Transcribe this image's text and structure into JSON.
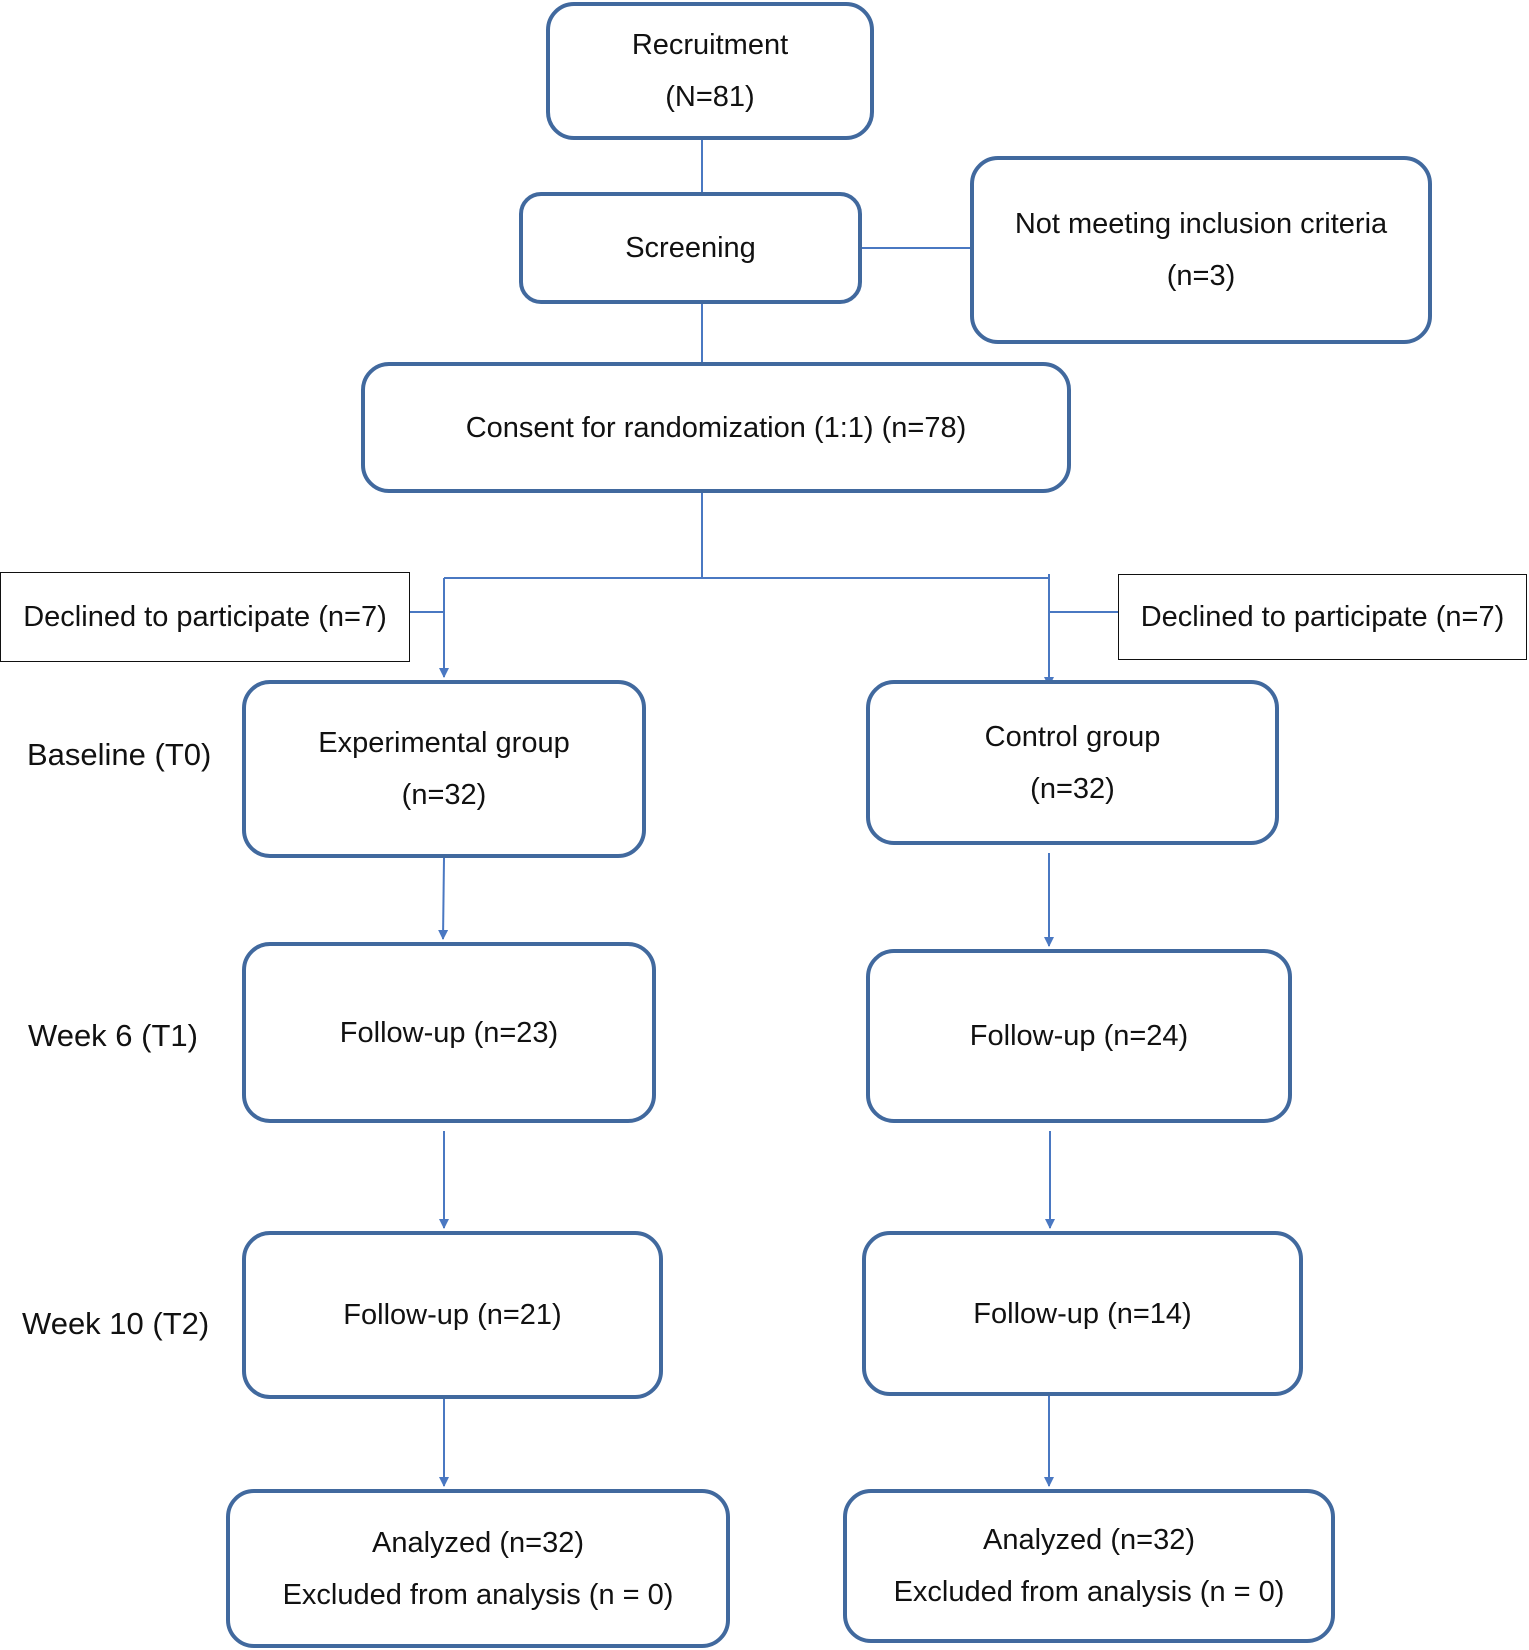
{
  "boxes": {
    "recruitment": {
      "line1": "Recruitment",
      "line2": "(N=81)"
    },
    "screening": {
      "line1": "Screening"
    },
    "not_meeting": {
      "line1": "Not meeting inclusion criteria",
      "line2": "(n=3)"
    },
    "consent": {
      "line1": "Consent for randomization (1:1) (n=78)"
    },
    "declined_left": {
      "line1": "Declined to participate (n=7)"
    },
    "declined_right": {
      "line1": "Declined to participate (n=7)"
    },
    "experimental": {
      "line1": "Experimental group",
      "line2": "(n=32)"
    },
    "control": {
      "line1": "Control group",
      "line2": "(n=32)"
    },
    "exp_t1": {
      "line1": "Follow-up (n=23)"
    },
    "ctrl_t1": {
      "line1": "Follow-up (n=24)"
    },
    "exp_t2": {
      "line1": "Follow-up (n=21)"
    },
    "ctrl_t2": {
      "line1": "Follow-up (n=14)"
    },
    "exp_analyzed": {
      "line1": "Analyzed (n=32)",
      "line2": "Excluded from analysis (n = 0)"
    },
    "ctrl_analyzed": {
      "line1": "Analyzed (n=32)",
      "line2": "Excluded from analysis (n = 0)"
    }
  },
  "timepoints": {
    "t0": "Baseline (T0)",
    "t1": "Week 6 (T1)",
    "t2": "Week 10 (T2)"
  },
  "colors": {
    "box_border": "#41699e",
    "connector": "#4a78c2",
    "plain_border": "#111111"
  }
}
